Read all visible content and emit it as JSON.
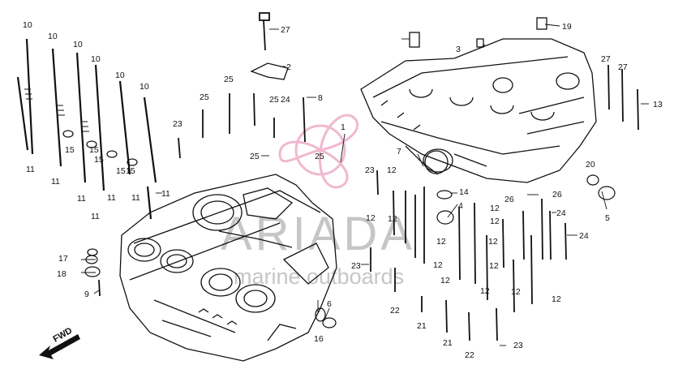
{
  "diagram": {
    "colors": {
      "line": "#111111",
      "watermark_text": "#bdbdbd",
      "watermark_logo": "#f0b8cf"
    },
    "labels": [
      "1",
      "2",
      "3",
      "4",
      "5",
      "6",
      "7",
      "8",
      "9",
      "10",
      "11",
      "12",
      "13",
      "14",
      "15",
      "16",
      "17",
      "18",
      "19",
      "20",
      "21",
      "22",
      "23",
      "24",
      "25",
      "26",
      "27"
    ],
    "fwd_text": "FWD",
    "watermark": {
      "brand": "ARIADA",
      "tagline": "marine outboards",
      "icon": "propeller-logo-icon"
    }
  }
}
